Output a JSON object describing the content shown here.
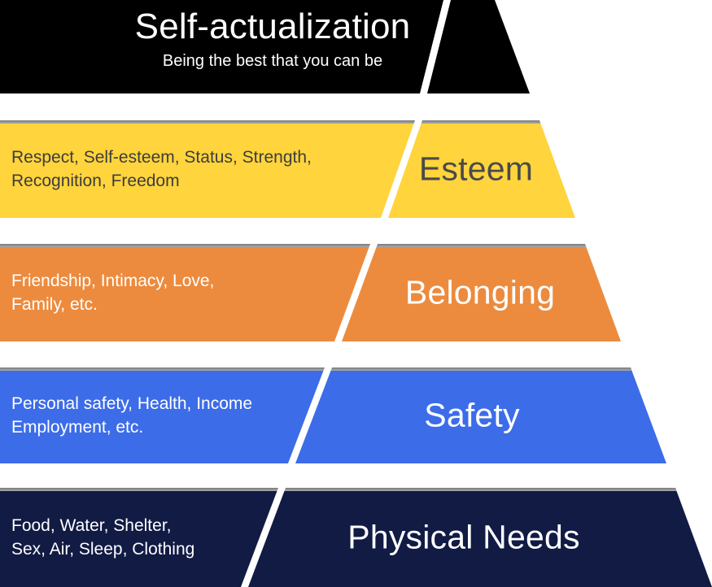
{
  "diagram": {
    "type": "pyramid",
    "subject": "hierarchy-of-needs",
    "divider_color": "#ffffff",
    "shadow_line_color": "#8f8f8f",
    "background_color": "#ffffff",
    "levels": [
      {
        "id": "self-actualization",
        "label": "Self-actualization",
        "sublabel": "Being the best that you can be",
        "description": "",
        "band_color": "#000000",
        "label_color": "#ffffff",
        "description_color": "#ffffff"
      },
      {
        "id": "esteem",
        "label": "Esteem",
        "description": "Respect, Self-esteem, Status, Strength,\nRecognition, Freedom",
        "band_color": "#ffd43c",
        "label_color": "#4a4a4a",
        "description_color": "#3d3d3d"
      },
      {
        "id": "belonging",
        "label": "Belonging",
        "description": "Friendship, Intimacy, Love,\nFamily, etc.",
        "band_color": "#ec8b3e",
        "label_color": "#ffffff",
        "description_color": "#ffffff"
      },
      {
        "id": "safety",
        "label": "Safety",
        "description": "Personal safety, Health, Income\nEmployment, etc.",
        "band_color": "#3c6ce8",
        "label_color": "#ffffff",
        "description_color": "#ffffff"
      },
      {
        "id": "physical-needs",
        "label": "Physical Needs",
        "description": "Food, Water, Shelter,\nSex, Air, Sleep, Clothing",
        "band_color": "#111b44",
        "label_color": "#ffffff",
        "description_color": "#ffffff"
      }
    ]
  }
}
